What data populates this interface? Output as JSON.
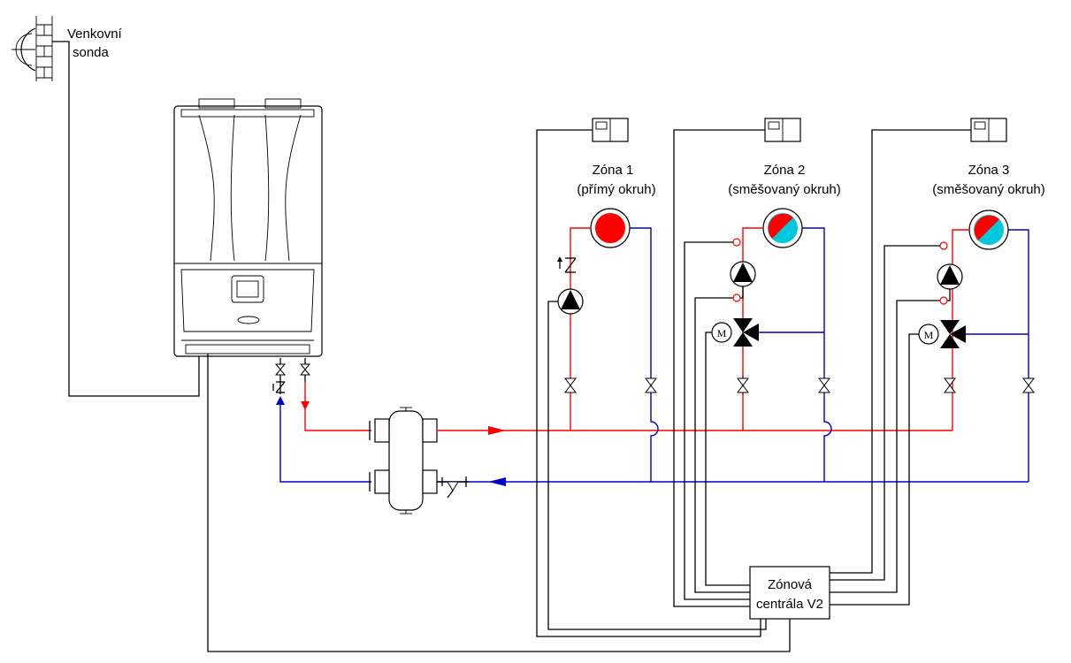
{
  "labels": {
    "outdoor_sensor_line1": "Venkovní",
    "outdoor_sensor_line2": "sonda",
    "zone1_title": "Zóna 1",
    "zone1_subtitle": "(přímý okruh)",
    "zone2_title": "Zóna 2",
    "zone2_subtitle": "(směšovaný okruh)",
    "zone3_title": "Zóna 3",
    "zone3_subtitle": "(směšovaný okruh)",
    "controller_line1": "Zónová",
    "controller_line2": "centrála V2",
    "motor_symbol": "M"
  },
  "colors": {
    "supply": "#ff0000",
    "return": "#0000cc",
    "wiring": "#000000",
    "mixed_indicator_cold": "#00c8dc"
  }
}
